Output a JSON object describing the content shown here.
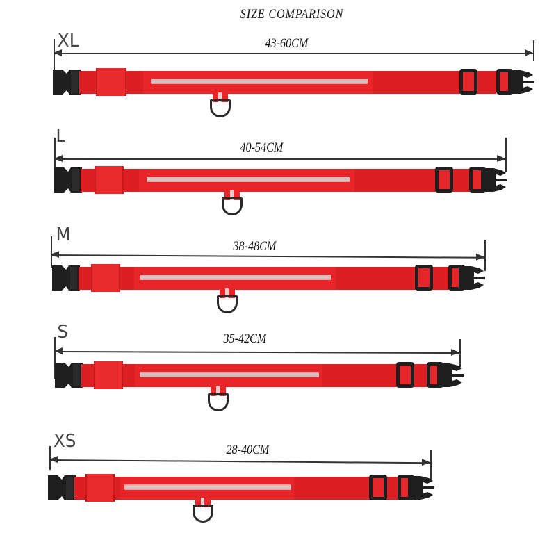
{
  "title": "SIZE COMPARISON",
  "colors": {
    "collar": "#e8262a",
    "buckle": "#1f1f1f",
    "reflective_strip": "#d9cccc",
    "text": "#111111"
  },
  "sizes": [
    {
      "label": "XL",
      "range": "43-60CM"
    },
    {
      "label": "L",
      "range": "40-54CM"
    },
    {
      "label": "M",
      "range": "38-48CM"
    },
    {
      "label": "S",
      "range": "35-42CM"
    },
    {
      "label": "XS",
      "range": "28-40CM"
    }
  ]
}
